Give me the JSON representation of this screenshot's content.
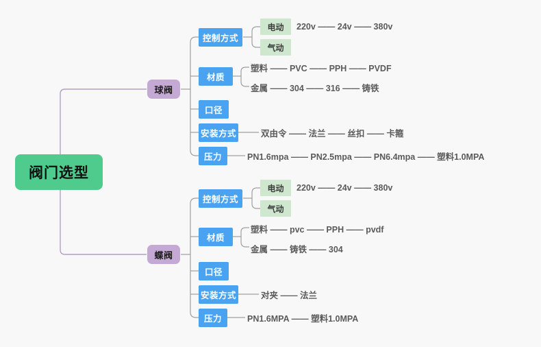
{
  "meta": {
    "background_color": "#f8f8f8",
    "root_color": "#4ecb8d",
    "branch_color": "#c4a9d4",
    "category_color": "#4aa3f0",
    "mode_color": "#cfe6cf",
    "link_color": "#9e9e9e",
    "root_link_color": "#b49ec4",
    "text_color": "#5a5a5a"
  },
  "root": {
    "label": "阀门选型"
  },
  "branches": [
    {
      "id": "ball-valve",
      "label": "球阀",
      "categories": [
        {
          "id": "control-mode",
          "label": "控制方式",
          "modes": [
            {
              "label": "电动",
              "chain": [
                "220v",
                "24v",
                "380v"
              ]
            },
            {
              "label": "气动",
              "chain": []
            }
          ]
        },
        {
          "id": "material",
          "label": "材质",
          "rows": [
            {
              "label": "塑料",
              "chain": [
                "PVC",
                "PPH",
                "PVDF"
              ]
            },
            {
              "label": "金属",
              "chain": [
                "304",
                "316",
                "铸铁"
              ]
            }
          ]
        },
        {
          "id": "diameter",
          "label": "口径",
          "chain": []
        },
        {
          "id": "install-mode",
          "label": "安装方式",
          "chain": [
            "双由令",
            "法兰",
            "丝扣",
            "卡箍"
          ]
        },
        {
          "id": "pressure",
          "label": "压力",
          "chain": [
            "PN1.6mpa",
            "PN2.5mpa",
            "PN6.4mpa",
            "塑料1.0MPA"
          ]
        }
      ]
    },
    {
      "id": "butterfly-valve",
      "label": "蝶阀",
      "categories": [
        {
          "id": "control-mode",
          "label": "控制方式",
          "modes": [
            {
              "label": "电动",
              "chain": [
                "220v",
                "24v",
                "380v"
              ]
            },
            {
              "label": "气动",
              "chain": []
            }
          ]
        },
        {
          "id": "material",
          "label": "材质",
          "rows": [
            {
              "label": "塑料",
              "chain": [
                "pvc",
                "PPH",
                "pvdf"
              ]
            },
            {
              "label": "金属",
              "chain": [
                "铸铁",
                "304"
              ]
            }
          ]
        },
        {
          "id": "diameter",
          "label": "口径",
          "chain": []
        },
        {
          "id": "install-mode",
          "label": "安装方式",
          "chain": [
            "对夹",
            "法兰"
          ]
        },
        {
          "id": "pressure",
          "label": "压力",
          "chain": [
            "PN1.6MPA",
            "塑料1.0MPA"
          ]
        }
      ]
    }
  ]
}
